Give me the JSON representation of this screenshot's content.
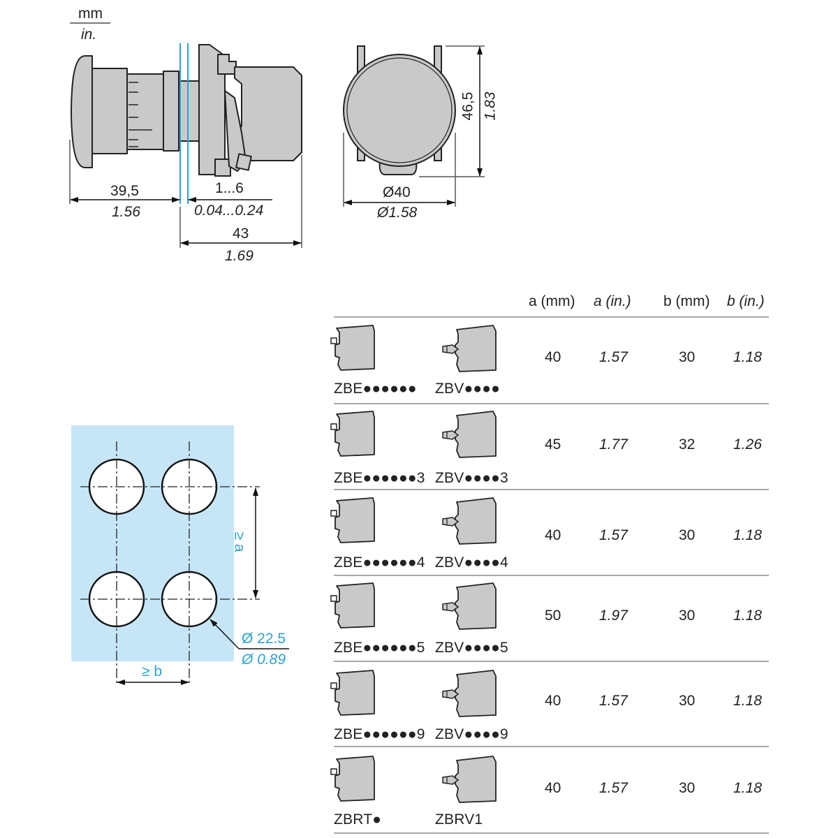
{
  "units": {
    "top": "mm",
    "bottom": "in."
  },
  "side_view": {
    "dims": [
      {
        "name": "head-length",
        "mm": "39,5",
        "in": "1.56"
      },
      {
        "name": "panel-thickness",
        "mm": "1...6",
        "in": "0.04...0.24"
      },
      {
        "name": "body-length",
        "mm": "43",
        "in": "1.69"
      }
    ]
  },
  "front_view": {
    "diameter": {
      "mm": "Ø40",
      "in": "Ø1.58"
    },
    "height": {
      "mm": "46,5",
      "in": "1.83"
    }
  },
  "panel_cutout": {
    "vertical_spacing": "≥ a",
    "horizontal_spacing": "≥ b",
    "hole_diameter": {
      "mm": "Ø 22.5",
      "in": "Ø 0.89"
    },
    "colors": {
      "panel": "#c6e6f8",
      "annotation": "#29a3d6"
    }
  },
  "table": {
    "headers": [
      "a (mm)",
      "a (in.)",
      "b (mm)",
      "b (in.)"
    ],
    "rows": [
      {
        "ref1": "ZBE●●●●●●",
        "ref2": "ZBV●●●●",
        "a_mm": "40",
        "a_in": "1.57",
        "b_mm": "30",
        "b_in": "1.18"
      },
      {
        "ref1": "ZBE●●●●●●3",
        "ref2": "ZBV●●●●3",
        "a_mm": "45",
        "a_in": "1.77",
        "b_mm": "32",
        "b_in": "1.26"
      },
      {
        "ref1": "ZBE●●●●●●4",
        "ref2": "ZBV●●●●4",
        "a_mm": "40",
        "a_in": "1.57",
        "b_mm": "30",
        "b_in": "1.18"
      },
      {
        "ref1": "ZBE●●●●●●5",
        "ref2": "ZBV●●●●5",
        "a_mm": "50",
        "a_in": "1.97",
        "b_mm": "30",
        "b_in": "1.18"
      },
      {
        "ref1": "ZBE●●●●●●9",
        "ref2": "ZBV●●●●9",
        "a_mm": "40",
        "a_in": "1.57",
        "b_mm": "30",
        "b_in": "1.18"
      },
      {
        "ref1": "ZBRT●",
        "ref2": "ZBRV1",
        "a_mm": "40",
        "a_in": "1.57",
        "b_mm": "30",
        "b_in": "1.18"
      }
    ]
  }
}
